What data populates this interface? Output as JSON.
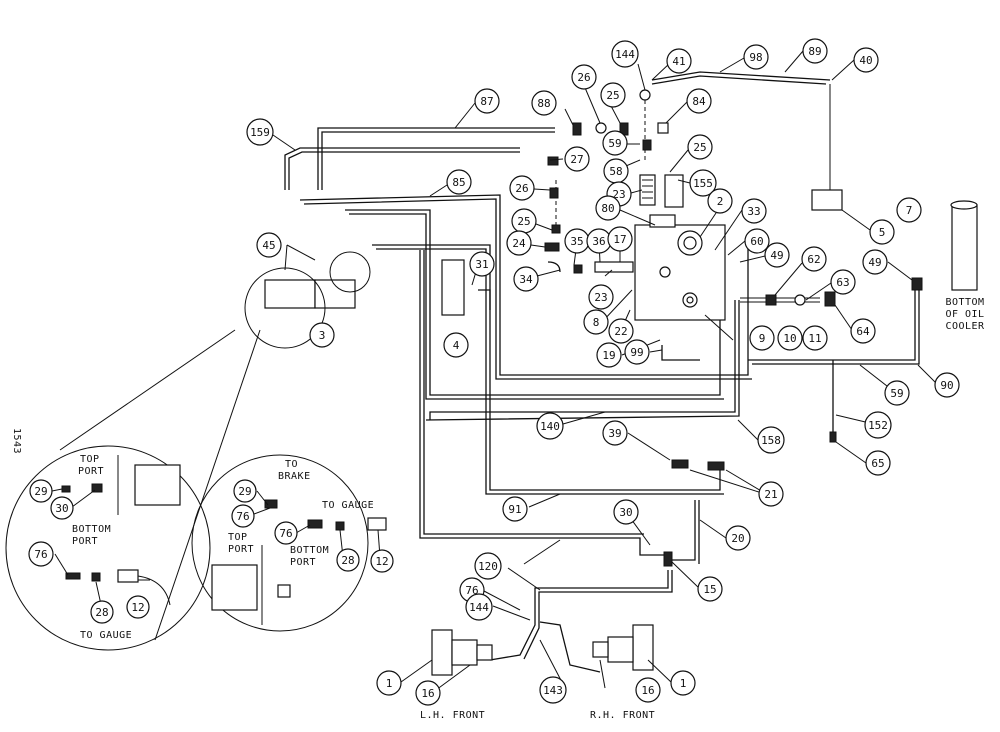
{
  "diagram": {
    "side_code": "1543",
    "callouts": {
      "c144a": "144",
      "c41": "41",
      "c98": "98",
      "c89": "89",
      "c40": "40",
      "c87": "87",
      "c88": "88",
      "c26a": "26",
      "c25a": "25",
      "c84": "84",
      "c159": "159",
      "c59a": "59",
      "c27": "27",
      "c58": "58",
      "c25b": "25",
      "c85": "85",
      "c26b": "26",
      "c23a": "23",
      "c155": "155",
      "c5": "5",
      "c7": "7",
      "c80": "80",
      "c2": "2",
      "c33": "33",
      "c25c": "25",
      "c24": "24",
      "c35": "35",
      "c36": "36",
      "c17": "17",
      "c60": "60",
      "c45": "45",
      "c49a": "49",
      "c62": "62",
      "c49b": "49",
      "c31": "31",
      "c34": "34",
      "c23b": "23",
      "c63": "63",
      "c3": "3",
      "c4": "4",
      "c8": "8",
      "c22": "22",
      "c9": "9",
      "c10": "10",
      "c11": "11",
      "c64": "64",
      "c19": "19",
      "c99": "99",
      "c59b": "59",
      "c90": "90",
      "c140": "140",
      "c158": "158",
      "c152": "152",
      "c39": "39",
      "c65": "65",
      "c21": "21",
      "c29a": "29",
      "c30a": "30",
      "c91": "91",
      "c30b": "30",
      "c20": "20",
      "c76a": "76",
      "c29b": "29",
      "c76b": "76",
      "c76c": "76",
      "c28a": "28",
      "c12a": "12",
      "c120": "120",
      "c28b": "28",
      "c12b": "12",
      "c15": "15",
      "c76d": "76",
      "c144b": "144",
      "c1a": "1",
      "c16a": "16",
      "c143": "143",
      "c16b": "16",
      "c1b": "1"
    },
    "labels": {
      "bottom_oil_cooler": [
        "BOTTOM",
        "OF OIL",
        "COOLER"
      ],
      "top_port_left": [
        "TOP",
        "PORT"
      ],
      "bottom_port_left": [
        "BOTTOM",
        "PORT"
      ],
      "to_gauge_left": "TO GAUGE",
      "to_brake": [
        "TO",
        "BRAKE"
      ],
      "to_gauge_right": "TO GAUGE",
      "top_port_right": [
        "TOP",
        "PORT"
      ],
      "bottom_port_right": [
        "BOTTOM",
        "PORT"
      ],
      "lh_front": "L.H. FRONT",
      "rh_front": "R.H. FRONT"
    }
  }
}
